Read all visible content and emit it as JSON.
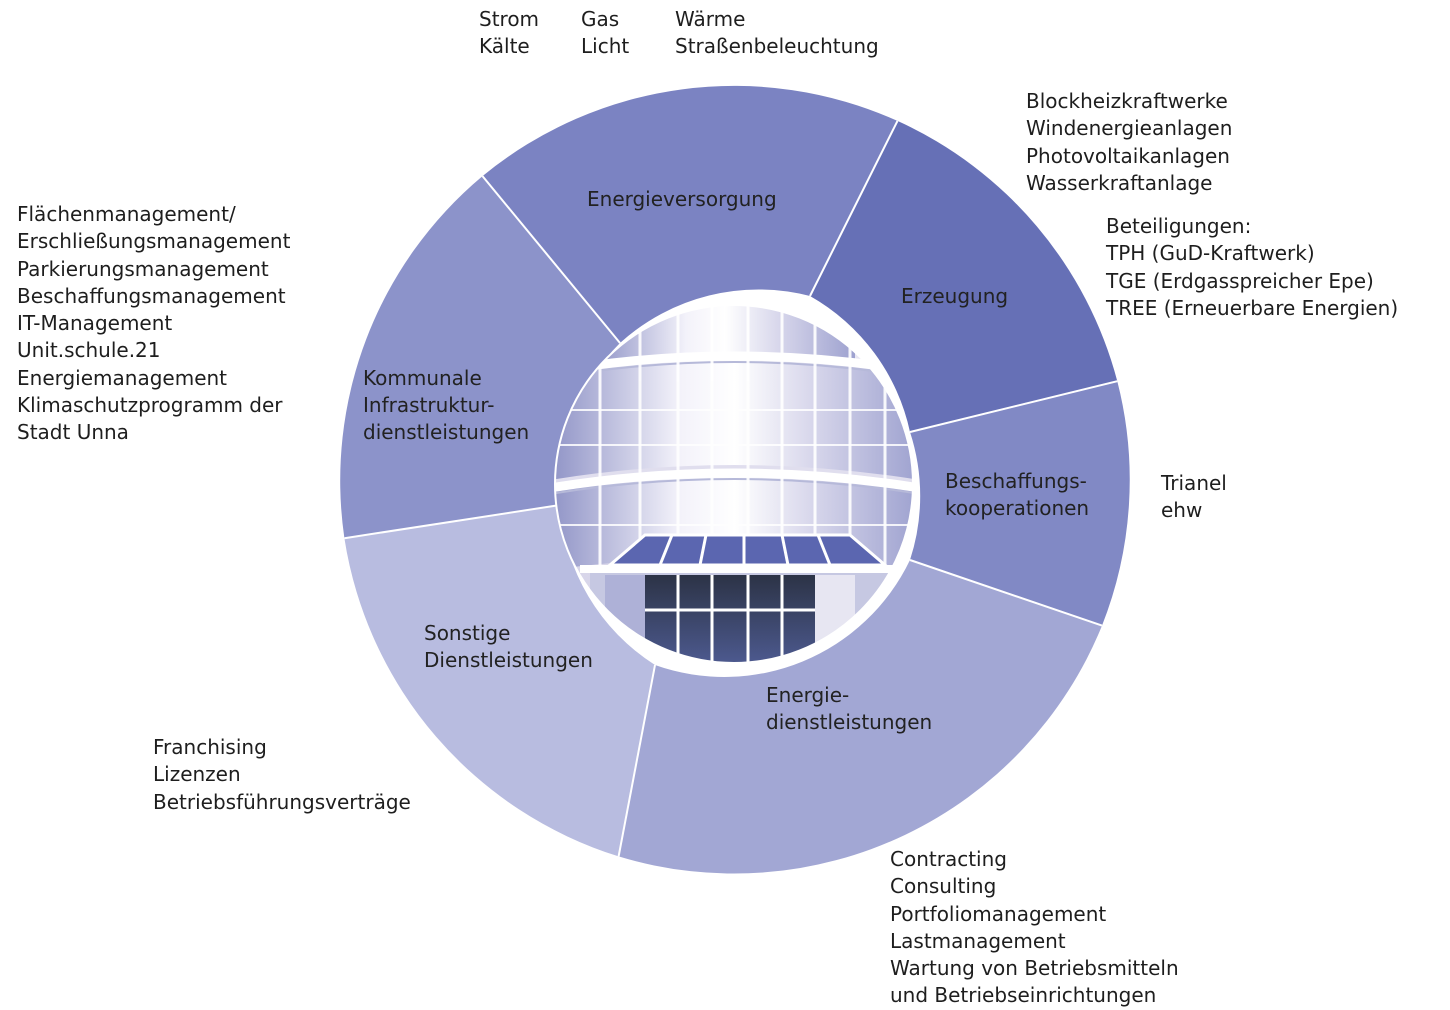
{
  "segments": [
    {
      "key": "energieversorgung",
      "label_lines": [
        "Energieversorgung"
      ],
      "color": "#7b83c2"
    },
    {
      "key": "erzeugung",
      "label_lines": [
        "Erzeugung"
      ],
      "color": "#6670b6"
    },
    {
      "key": "beschaffung",
      "label_lines": [
        "Beschaffungs-",
        "kooperationen"
      ],
      "color": "#8189c5"
    },
    {
      "key": "energiedienst",
      "label_lines": [
        "Energie-",
        "dienstleistungen"
      ],
      "color": "#a2a7d4"
    },
    {
      "key": "sonstige",
      "label_lines": [
        "Sonstige",
        "Dienstleistungen"
      ],
      "color": "#b8bce0"
    },
    {
      "key": "kommunale",
      "label_lines": [
        "Kommunale",
        "Infrastruktur-",
        "dienstleistungen"
      ],
      "color": "#8c93ca"
    }
  ],
  "annotations": {
    "energieversorgung": {
      "col1": [
        "Strom",
        "Kälte"
      ],
      "col2": [
        "Gas",
        "Licht"
      ],
      "col3": [
        "Wärme",
        "Straßenbeleuchtung"
      ]
    },
    "erzeugung_anlagen": [
      "Blockheizkraftwerke",
      "Windenergieanlagen",
      "Photovoltaikanlagen",
      "Wasserkraftanlage"
    ],
    "erzeugung_beteiligungen": [
      "Beteiligungen:",
      "TPH (GuD-Kraftwerk)",
      "TGE (Erdgasspreicher Epe)",
      "TREE (Erneuerbare Energien)"
    ],
    "beschaffung": [
      "Trianel",
      "ehw"
    ],
    "energiedienst": [
      "Contracting",
      "Consulting",
      "Portfoliomanagement",
      "Lastmanagement",
      "Wartung von Betriebsmitteln",
      "und Betriebseinrichtungen"
    ],
    "sonstige": [
      "Franchising",
      "Lizenzen",
      "Betriebsführungsverträge"
    ],
    "kommunale": [
      "Flächenmanagement/",
      "Erschließungsmanagement",
      "Parkierungsmanagement",
      "Beschaffungsmanagement",
      "IT-Management",
      "Unit.schule.21",
      "Energiemanagement",
      "Klimaschutzprogramm der",
      "Stadt Unna"
    ]
  },
  "center_image": {
    "icon": "glass-building-facade-photo"
  }
}
